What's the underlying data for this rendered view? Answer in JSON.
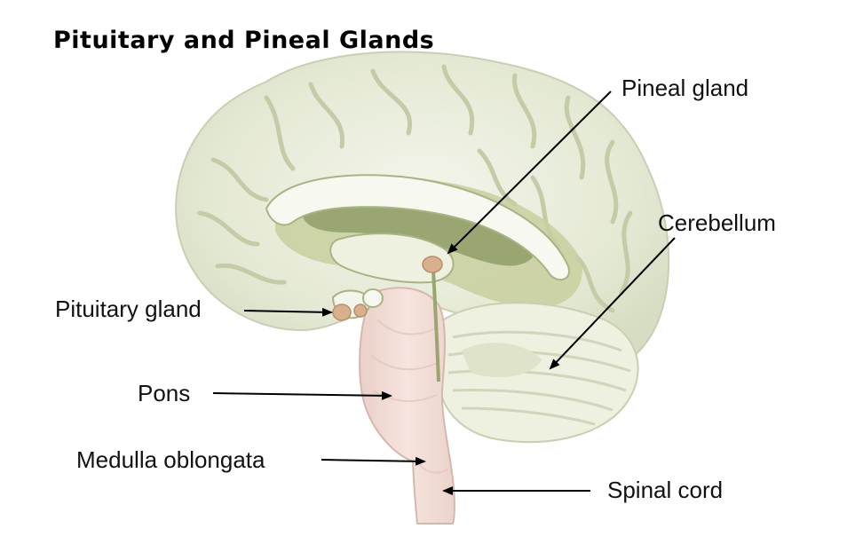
{
  "title": "Pituitary and Pineal Glands",
  "labels": {
    "pineal_gland": "Pineal gland",
    "cerebellum": "Cerebellum",
    "pituitary_gland": "Pituitary gland",
    "pons": "Pons",
    "medulla_oblongata": "Medulla oblongata",
    "spinal_cord": "Spinal cord"
  },
  "colors": {
    "cortex": "#e6ead7",
    "gyrus_line": "#cbd1b0",
    "deep_olive": "#9aa672",
    "corpus_callosum": "#f7f8ef",
    "brainstem": "#f2dcd6",
    "gland": "#d9b08c",
    "cerebellum": "#eef0e0"
  }
}
